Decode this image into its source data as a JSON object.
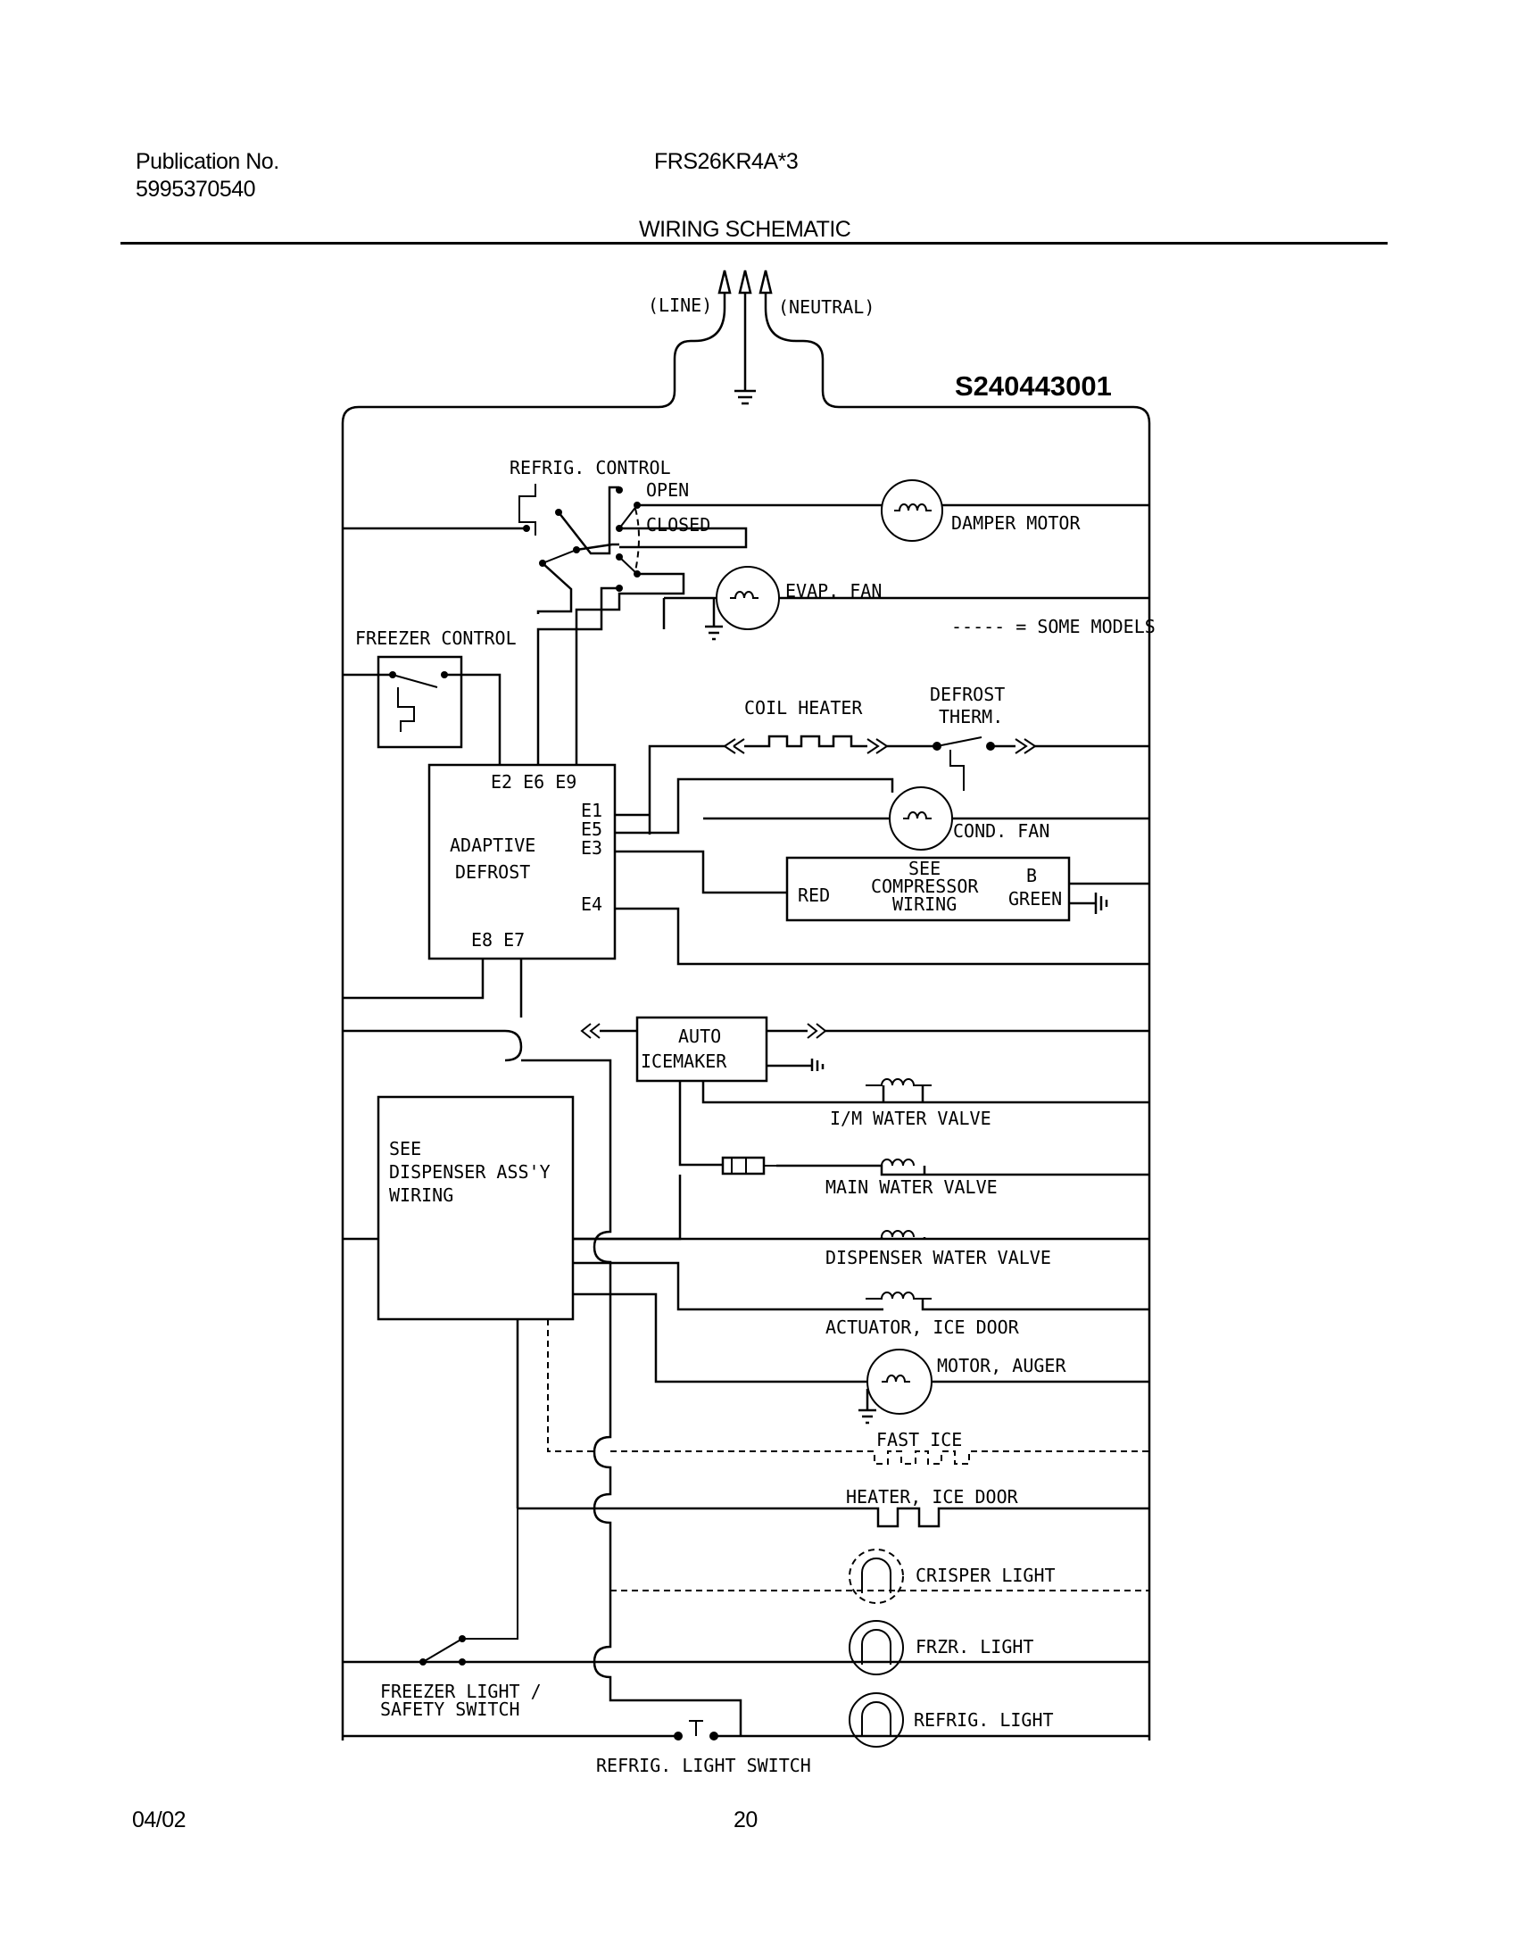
{
  "header": {
    "publication_label": "Publication No.",
    "publication_number": "5995370540",
    "model": "FRS26KR4A*3",
    "title": "WIRING SCHEMATIC"
  },
  "footer": {
    "date": "04/02",
    "page": "20"
  },
  "diagram": {
    "part_number": "S240443001",
    "line": "(LINE)",
    "neutral": "(NEUTRAL)",
    "refrig_control": "REFRIG. CONTROL",
    "open": "OPEN",
    "closed": "CLOSED",
    "damper_motor": "DAMPER MOTOR",
    "evap_fan": "EVAP. FAN",
    "some_models": "----- = SOME MODELS",
    "freezer_control": "FREEZER CONTROL",
    "coil_heater": "COIL HEATER",
    "defrost": "DEFROST",
    "therm": "THERM.",
    "terminals_top": "E2  E6  E9",
    "e1": "E1",
    "e5": "E5",
    "e3": "E3",
    "e4": "E4",
    "terminals_bottom": "E8  E7",
    "adaptive": "ADAPTIVE",
    "defrost_board": "DEFROST",
    "cond_fan": "COND. FAN",
    "see": "SEE",
    "compressor": "COMPRESSOR",
    "wiring": "WIRING",
    "red": "RED",
    "b": "B",
    "green": "GREEN",
    "auto": "AUTO",
    "icemaker": "ICEMAKER",
    "im_water_valve": "I/M WATER VALVE",
    "dispenser_see": "SEE",
    "dispenser_assy": "DISPENSER ASS'Y",
    "dispenser_wiring": "WIRING",
    "main_water_valve": "MAIN WATER VALVE",
    "dispenser_water_valve": "DISPENSER WATER VALVE",
    "actuator_ice_door": "ACTUATOR, ICE DOOR",
    "motor_auger": "MOTOR, AUGER",
    "fast_ice": "FAST ICE",
    "heater_ice_door": "HEATER, ICE DOOR",
    "crisper_light": "CRISPER LIGHT",
    "frzr_light": "FRZR. LIGHT",
    "refrig_light": "REFRIG. LIGHT",
    "freezer_light_1": "FREEZER LIGHT /",
    "freezer_light_2": "SAFETY SWITCH",
    "refrig_light_switch": "REFRIG. LIGHT SWITCH"
  }
}
